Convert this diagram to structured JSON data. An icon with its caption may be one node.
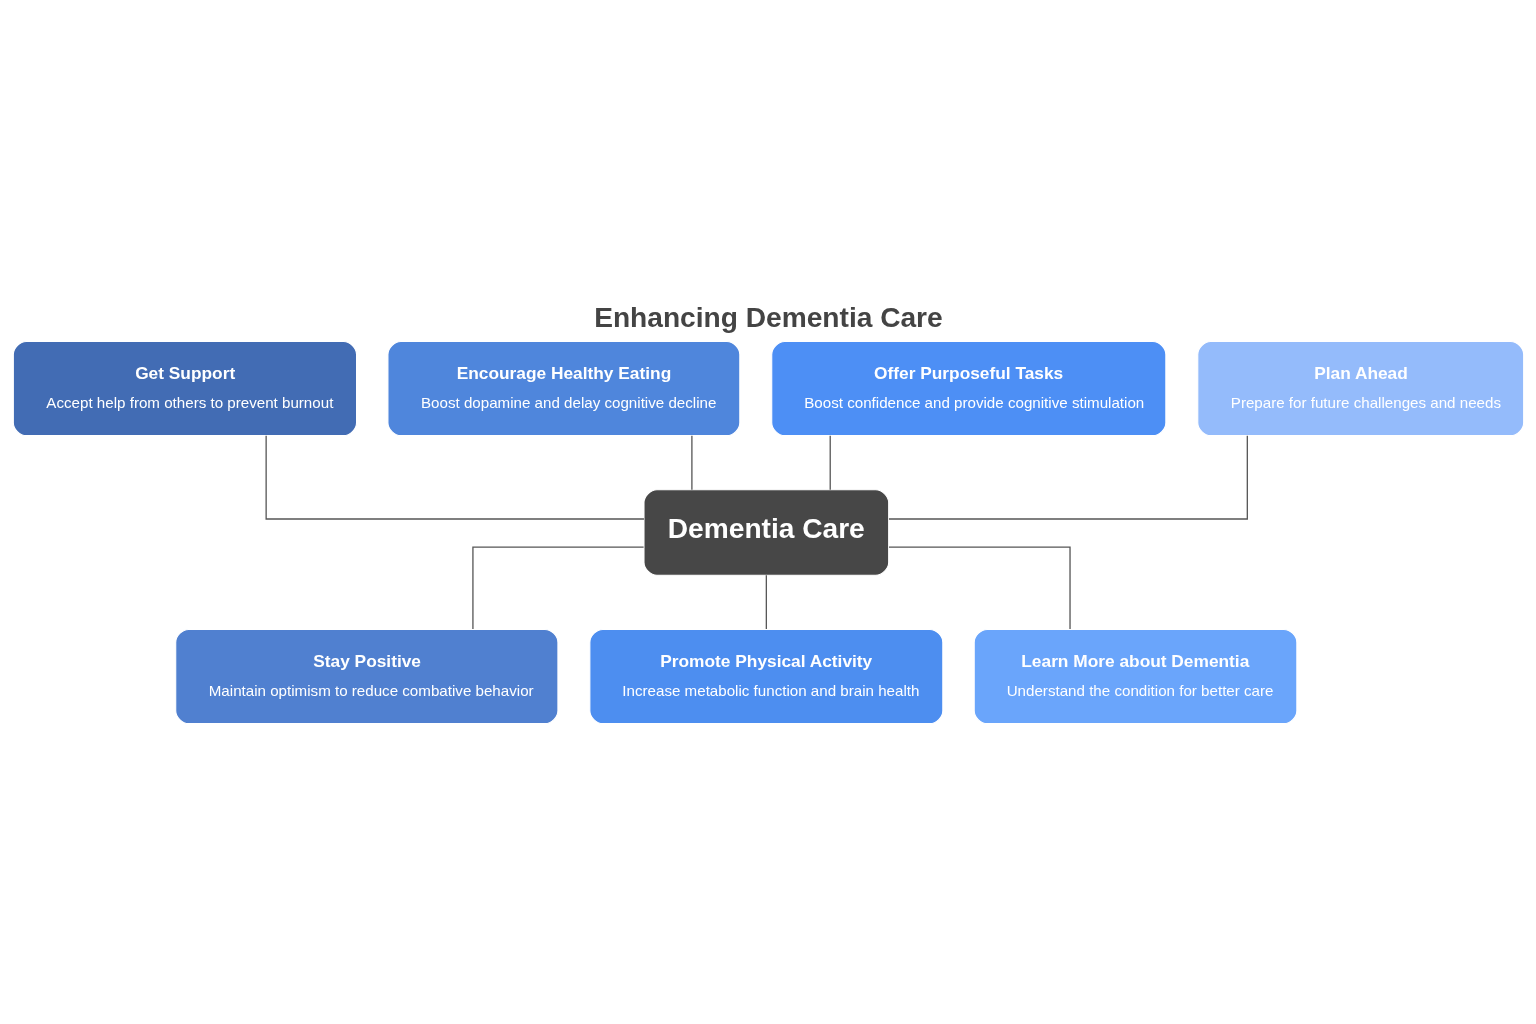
{
  "diagram": {
    "title": "Enhancing Dementia Care",
    "nodes": [
      {
        "text": [
          "Get Support",
          "Accept help from others to prevent burnout"
        ]
      },
      {
        "text": [
          "Encourage Healthy Eating",
          "Boost dopamine and delay cognitive decline"
        ]
      },
      {
        "text": [
          "Offer Purposeful Tasks",
          "Boost confidence and provide cognitive stimulation"
        ]
      },
      {
        "text": [
          "Plan Ahead",
          "Prepare for future challenges and needs"
        ]
      },
      {
        "text": [
          "Dementia Care"
        ]
      },
      {
        "text": [
          "Stay Positive",
          "Maintain optimism to reduce combative behavior"
        ]
      },
      {
        "text": [
          "Promote Physical Activity",
          "Increase metabolic function and brain health"
        ]
      },
      {
        "text": [
          "Learn More about Dementia",
          "Understand the condition for better care"
        ]
      }
    ],
    "edges": [
      {
        "from": 0,
        "to": 4,
        "arrow": "none"
      },
      {
        "from": 1,
        "to": 4,
        "arrow": "none"
      },
      {
        "from": 2,
        "to": 4,
        "arrow": "none"
      },
      {
        "from": 3,
        "to": 4,
        "arrow": "none"
      },
      {
        "from": 4,
        "to": 5,
        "arrow": "none"
      },
      {
        "from": 4,
        "to": 6,
        "arrow": "none"
      },
      {
        "from": 4,
        "to": 7,
        "arrow": "none"
      }
    ]
  }
}
